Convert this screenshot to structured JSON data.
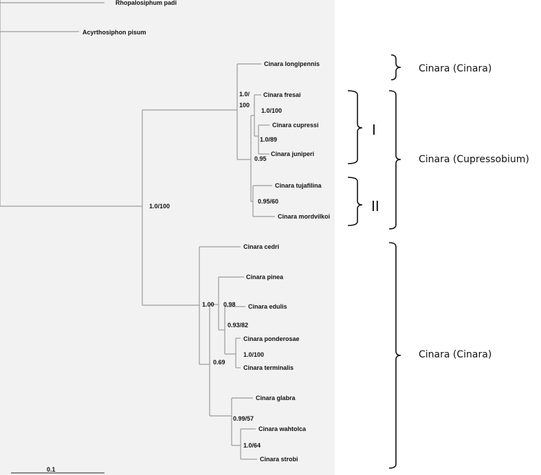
{
  "taxa": {
    "rhopalosiphum": "Rhopalosiphum padi",
    "acyrthosiphon": "Acyrthosiphon pisum",
    "longipennis": "Cinara longipennis",
    "fresai": "Cinara fresai",
    "cupressi": "Cinara cupressi",
    "juniperi": "Cinara juniperi",
    "tujafilina": "Cinara tujafilina",
    "mordvilkoi": "Cinara mordvilkoi",
    "cedri": "Cinara cedri",
    "pinea": "Cinara pinea",
    "edulis": "Cinara edulis",
    "ponderosae": "Cinara ponderosae",
    "terminalis": "Cinara terminalis",
    "glabra": "Cinara glabra",
    "wahtolca": "Cinara wahtolca",
    "strobi": "Cinara strobi"
  },
  "support": {
    "cinara_root": "1.0/100",
    "cupressobium_a": "1.0/",
    "cupressobium_b": "100",
    "fresai_cupressi": "1.0/100",
    "cupressi_juniperi": "1.0/89",
    "clade_i": "0.95",
    "clade_ii": "0.95/60",
    "cinara_main": "1.00",
    "pinea_group": "0.98",
    "edulis_group": "0.93/82",
    "ponderosae_terminalis": "1.0/100",
    "glabra_group": "0.69",
    "glabra_sub": "0.99/57",
    "wahtolca_strobi": "1.0/64"
  },
  "scale_bar": {
    "label": "0.1"
  },
  "groups": {
    "subgenus_cinara_top": "Cinara (Cinara)",
    "subgenus_cupressobium": "Cinara (Cupressobium)",
    "subgenus_cinara_bottom": "Cinara (Cinara)",
    "clade_i": "I",
    "clade_ii": "II"
  },
  "colors": {
    "panel_background": "#f2f2f2",
    "branch": "#9a9a9a",
    "text": "#111111"
  }
}
